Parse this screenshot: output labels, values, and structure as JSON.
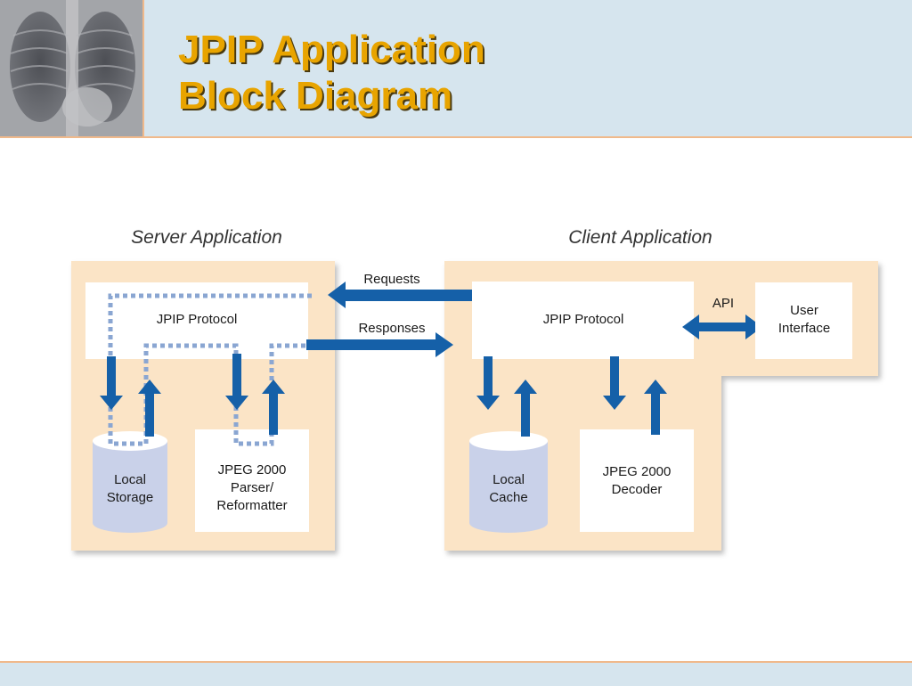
{
  "slide": {
    "title_line1": "JPIP Application",
    "title_line2": "Block Diagram"
  },
  "diagram": {
    "server_heading": "Server Application",
    "client_heading": "Client Application",
    "server_protocol": "JPIP Protocol",
    "client_protocol": "JPIP Protocol",
    "requests": "Requests",
    "responses": "Responses",
    "api": "API",
    "user_interface_1": "User",
    "user_interface_2": "Interface",
    "local_storage_1": "Local",
    "local_storage_2": "Storage",
    "parser_1": "JPEG 2000",
    "parser_2": "Parser/",
    "parser_3": "Reformatter",
    "local_cache_1": "Local",
    "local_cache_2": "Cache",
    "decoder_1": "JPEG 2000",
    "decoder_2": "Decoder"
  },
  "colors": {
    "panel": "#fbe4c6",
    "arrow": "#1560a8",
    "dotted": "#8aa6d2",
    "cylinder": "#c9d1e9",
    "title": "#e8a400"
  }
}
